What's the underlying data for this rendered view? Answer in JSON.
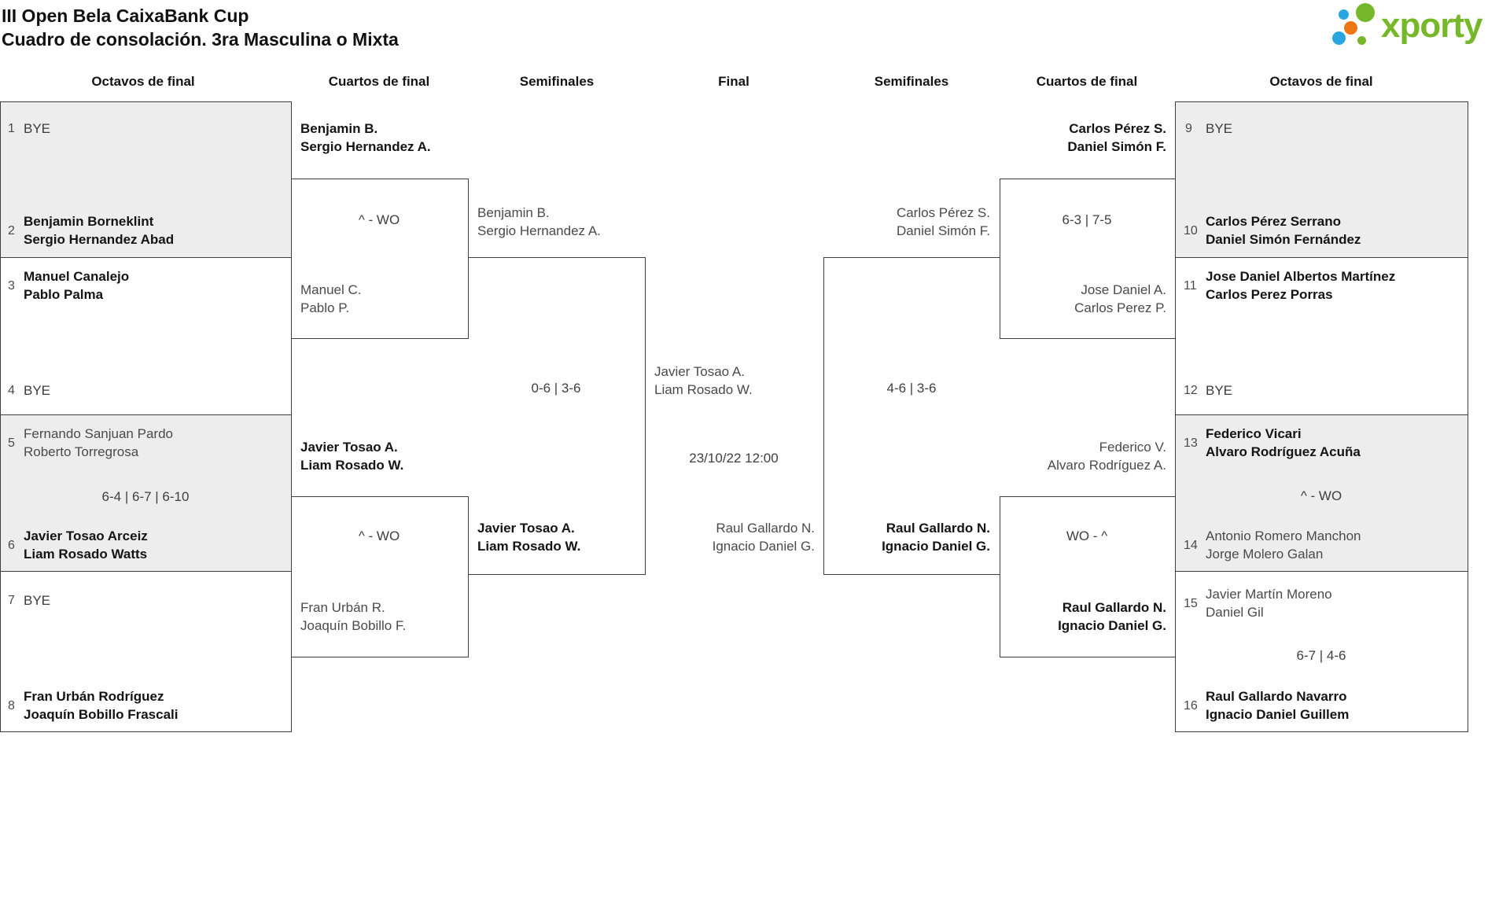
{
  "header": {
    "title_line1": "III Open Bela CaixaBank Cup",
    "title_line2": "Cuadro de consolación. 3ra Masculina o Mixta",
    "logo_text": "xporty"
  },
  "colors": {
    "logo_green": "#76b82a",
    "logo_blue": "#29a6e0",
    "logo_orange": "#ee7612",
    "bracket_line": "#3f3f3f",
    "bye_match_gray": "#ededed"
  },
  "rounds": {
    "left_r16": "Octavos de final",
    "left_qf": "Cuartos de final",
    "left_sf": "Semifinales",
    "final": "Final",
    "right_sf": "Semifinales",
    "right_qf": "Cuartos de final",
    "right_r16": "Octavos de final"
  },
  "left_bracket": {
    "r16": {
      "seed1": {
        "num": "1",
        "bye": "BYE"
      },
      "seed2": {
        "num": "2",
        "p1": "Benjamin Borneklint",
        "p2": "Sergio Hernandez Abad"
      },
      "seed3": {
        "num": "3",
        "p1": "Manuel Canalejo",
        "p2": "Pablo Palma"
      },
      "seed4": {
        "num": "4",
        "bye": "BYE"
      },
      "seed5": {
        "num": "5",
        "p1": "Fernando Sanjuan Pardo",
        "p2": "Roberto Torregrosa"
      },
      "match3_score": "6-4 | 6-7 | 6-10",
      "seed6": {
        "num": "6",
        "p1": "Javier Tosao Arceiz",
        "p2": "Liam Rosado Watts"
      },
      "seed7": {
        "num": "7",
        "bye": "BYE"
      },
      "seed8": {
        "num": "8",
        "p1": "Fran Urbán Rodríguez",
        "p2": "Joaquín Bobillo Frascali"
      }
    },
    "qf1": {
      "top1": "Benjamin B.",
      "top2": "Sergio Hernandez A.",
      "score": "^ - WO",
      "bot1": "Manuel C.",
      "bot2": "Pablo P."
    },
    "qf2": {
      "top1": "Javier Tosao A.",
      "top2": "Liam Rosado W.",
      "score": "^ - WO",
      "bot1": "Fran Urbán R.",
      "bot2": "Joaquín Bobillo F."
    },
    "sf": {
      "top1": "Benjamin B.",
      "top2": "Sergio Hernandez A.",
      "score": "0-6 | 3-6",
      "bot1": "Javier Tosao A.",
      "bot2": "Liam Rosado W."
    }
  },
  "final": {
    "top1": "Javier Tosao A.",
    "top2": "Liam Rosado W.",
    "schedule": "23/10/22 12:00",
    "bot1": "Raul Gallardo N.",
    "bot2": "Ignacio Daniel G."
  },
  "right_bracket": {
    "sf": {
      "top1": "Carlos Pérez S.",
      "top2": "Daniel Simón F.",
      "score": "4-6 | 3-6",
      "bot1": "Raul Gallardo N.",
      "bot2": "Ignacio Daniel G."
    },
    "qf3": {
      "top1": "Carlos Pérez S.",
      "top2": "Daniel Simón F.",
      "score": "6-3 | 7-5",
      "bot1": "Jose Daniel A.",
      "bot2": "Carlos Perez P."
    },
    "qf4": {
      "top1": "Federico V.",
      "top2": "Alvaro Rodríguez A.",
      "score": "WO - ^",
      "bot1": "Raul Gallardo N.",
      "bot2": "Ignacio Daniel G."
    },
    "r16": {
      "seed9": {
        "num": "9",
        "bye": "BYE"
      },
      "seed10": {
        "num": "10",
        "p1": "Carlos Pérez Serrano",
        "p2": "Daniel Simón Fernández"
      },
      "seed11": {
        "num": "11",
        "p1": "Jose Daniel Albertos Martínez",
        "p2": "Carlos Perez Porras"
      },
      "seed12": {
        "num": "12",
        "bye": "BYE"
      },
      "seed13": {
        "num": "13",
        "p1": "Federico Vicari",
        "p2": "Alvaro Rodríguez Acuña"
      },
      "match7_score": "^ - WO",
      "seed14": {
        "num": "14",
        "p1": "Antonio Romero Manchon",
        "p2": "Jorge Molero Galan"
      },
      "seed15": {
        "num": "15",
        "p1": "Javier Martín Moreno",
        "p2": "Daniel Gil"
      },
      "match8_score": "6-7 | 4-6",
      "seed16": {
        "num": "16",
        "p1": "Raul Gallardo Navarro",
        "p2": "Ignacio Daniel Guillem"
      }
    }
  }
}
